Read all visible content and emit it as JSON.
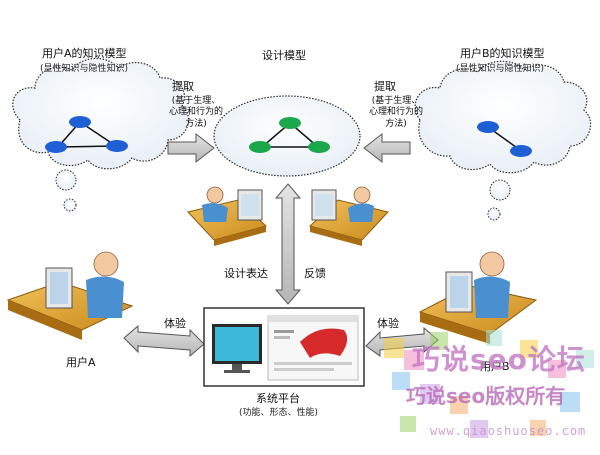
{
  "user_a_model": {
    "title": "用户A的知识模型",
    "subtitle": "(显性知识与隐性知识)"
  },
  "design_model": {
    "title": "设计模型"
  },
  "user_b_model": {
    "title": "用户B的知识模型",
    "subtitle": "(显性知识与隐性知识)"
  },
  "extract_left": {
    "title": "提取",
    "line1": "(基于生理、",
    "line2": "心理和行为的",
    "line3": "方法)"
  },
  "extract_right": {
    "title": "提取",
    "line1": "(基于生理、",
    "line2": "心理和行为的",
    "line3": "方法)"
  },
  "design_expression": "设计表达",
  "feedback": "反馈",
  "experience_left": "体验",
  "experience_right": "体验",
  "user_a": "用户A",
  "user_b": "用户B",
  "system_platform": {
    "title": "系统平台",
    "subtitle": "(功能、形态、性能)"
  },
  "watermark": {
    "line1": "巧说seo论坛",
    "line2": "巧说seo版权所有",
    "url": "www.qiaoshuoseo.com"
  },
  "colors": {
    "blue_node": "#1e5fd6",
    "green_node": "#1aa84a",
    "arrow_gray": "#c8c8c8",
    "watermark": "#d9a0d9"
  }
}
